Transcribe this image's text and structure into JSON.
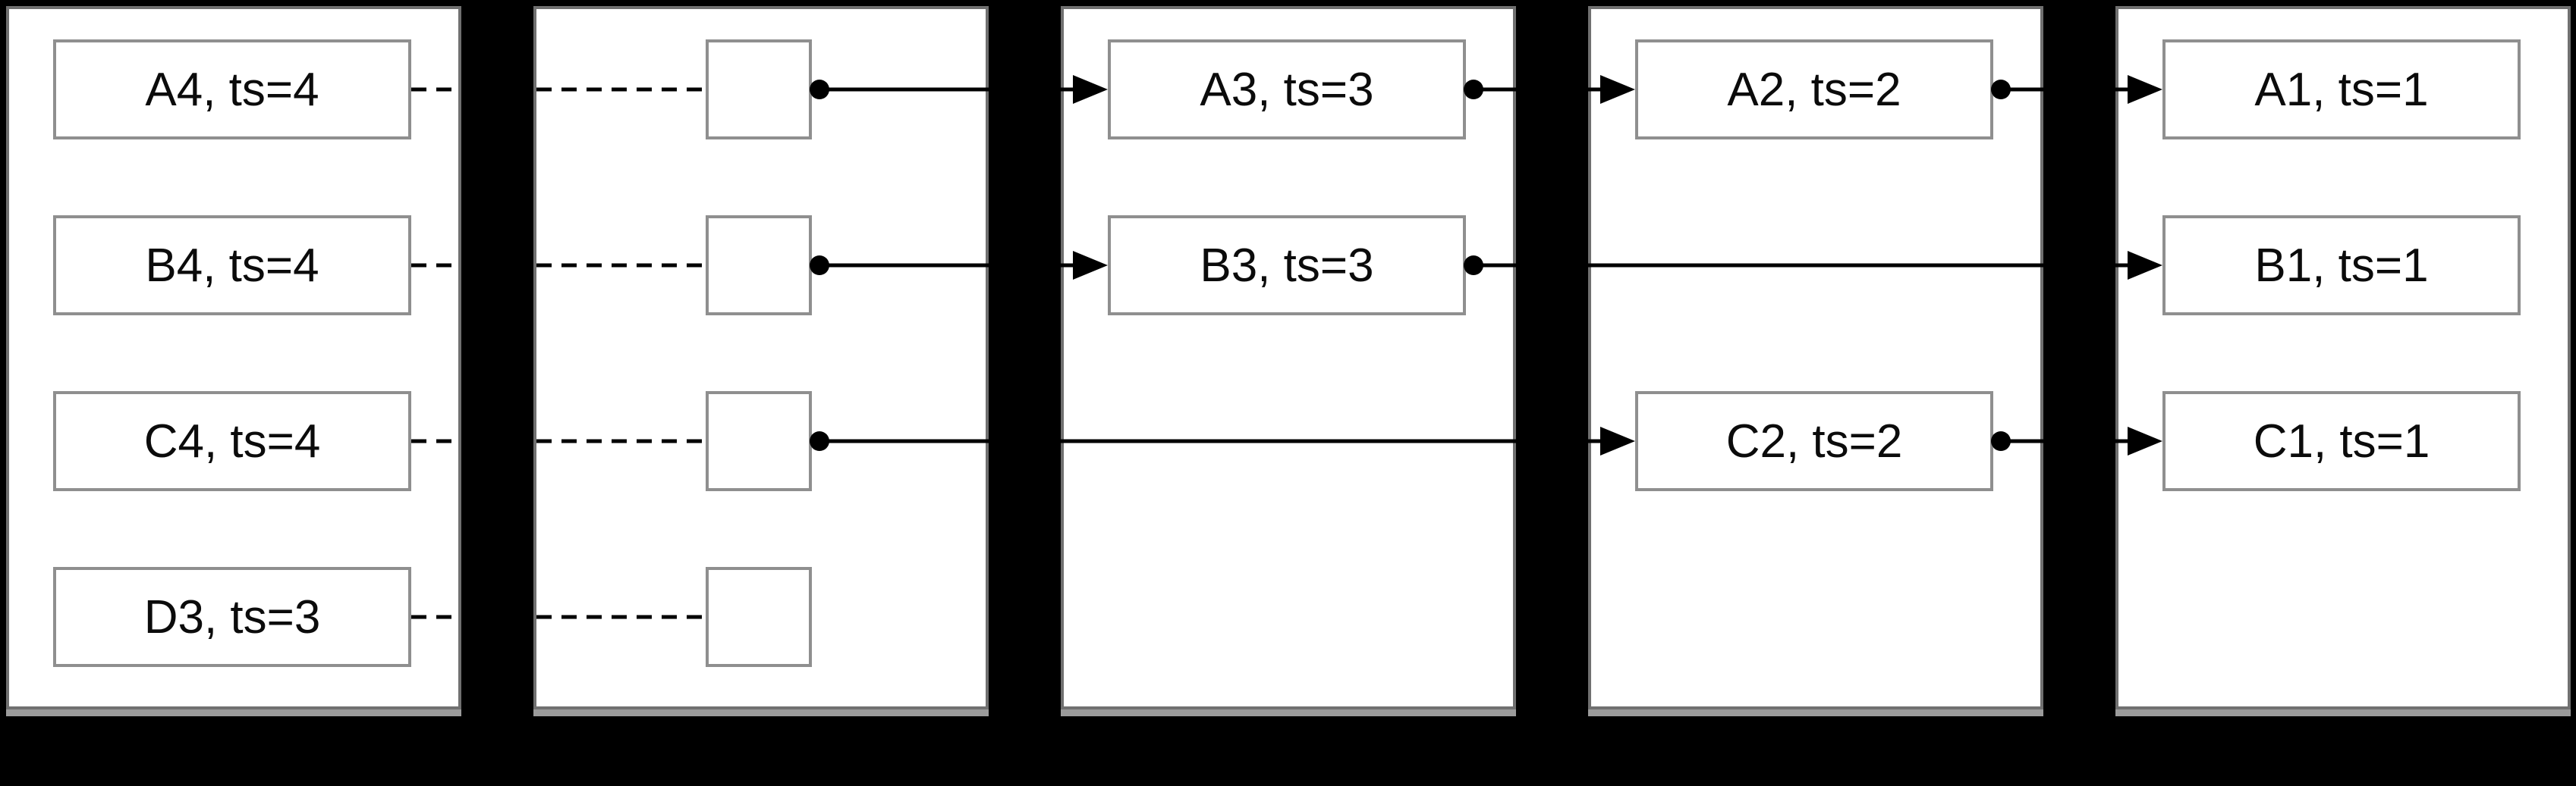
{
  "diagram": {
    "colors": {
      "background": "#000000",
      "panel_fill": "#ffffff",
      "panel_border": "#707070",
      "panel_shadow": "#9b9b9b",
      "box_border": "#8f8f8f",
      "text": "#0b0b0b",
      "line": "#000000"
    },
    "panels": [
      {
        "boxes": [
          {
            "label": "A4, ts=4",
            "row": "A"
          },
          {
            "label": "B4, ts=4",
            "row": "B"
          },
          {
            "label": "C4, ts=4",
            "row": "C"
          },
          {
            "label": "D3, ts=3",
            "row": "D"
          }
        ]
      },
      {
        "squares": [
          {
            "row": "A"
          },
          {
            "row": "B"
          },
          {
            "row": "C"
          },
          {
            "row": "D"
          }
        ]
      },
      {
        "boxes": [
          {
            "label": "A3, ts=3",
            "row": "A"
          },
          {
            "label": "B3, ts=3",
            "row": "B"
          }
        ]
      },
      {
        "boxes": [
          {
            "label": "A2, ts=2",
            "row": "A"
          },
          {
            "label": "C2, ts=2",
            "row": "C"
          }
        ]
      },
      {
        "boxes": [
          {
            "label": "A1, ts=1",
            "row": "A"
          },
          {
            "label": "B1, ts=1",
            "row": "B"
          },
          {
            "label": "C1, ts=1",
            "row": "C"
          }
        ]
      }
    ],
    "edges": [
      {
        "type": "dashed",
        "from": "A4, ts=4",
        "to": "square-row-A"
      },
      {
        "type": "dashed",
        "from": "B4, ts=4",
        "to": "square-row-B"
      },
      {
        "type": "dashed",
        "from": "C4, ts=4",
        "to": "square-row-C"
      },
      {
        "type": "dashed",
        "from": "D3, ts=3",
        "to": "square-row-D"
      },
      {
        "type": "solid-dot-arrow",
        "from": "square-row-A",
        "to": "A3, ts=3"
      },
      {
        "type": "solid-dot-arrow",
        "from": "square-row-B",
        "to": "B3, ts=3"
      },
      {
        "type": "solid-dot-arrow",
        "from": "square-row-C",
        "to": "C2, ts=2"
      },
      {
        "type": "solid-dot-arrow",
        "from": "A3, ts=3",
        "to": "A2, ts=2"
      },
      {
        "type": "solid-dot-arrow",
        "from": "B3, ts=3",
        "to": "B1, ts=1"
      },
      {
        "type": "solid-dot-arrow",
        "from": "A2, ts=2",
        "to": "A1, ts=1"
      },
      {
        "type": "solid-dot-arrow",
        "from": "C2, ts=2",
        "to": "C1, ts=1"
      }
    ]
  }
}
